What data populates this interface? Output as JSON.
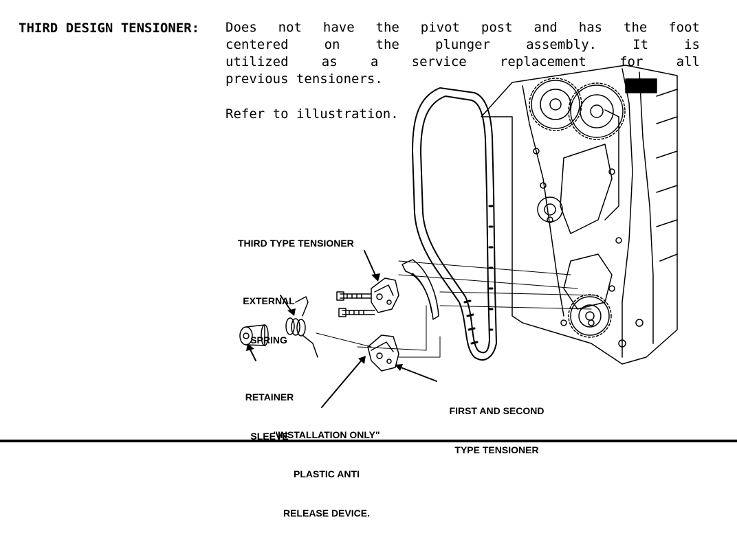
{
  "heading": "THIRD DESIGN TENSIONER:",
  "paragraph_lines": [
    "Does not have the pivot post and has the foot",
    "centered on the plunger assembly. It is",
    "utilized as a service replacement for all",
    "previous tensioners."
  ],
  "refer_text": "Refer to illustration.",
  "illustration": {
    "labels": {
      "third_type": "THIRD TYPE TENSIONER",
      "external_spring_1": "EXTERNAL",
      "external_spring_2": "SPRING",
      "retainer_sleeve_1": "RETAINER",
      "retainer_sleeve_2": "SLEEVE",
      "first_second_1": "FIRST AND SECOND",
      "first_second_2": "TYPE TENSIONER",
      "installation_1": "\"INSTALLATION ONLY\"",
      "installation_2": "PLASTIC ANTI",
      "installation_3": "RELEASE DEVICE."
    }
  }
}
